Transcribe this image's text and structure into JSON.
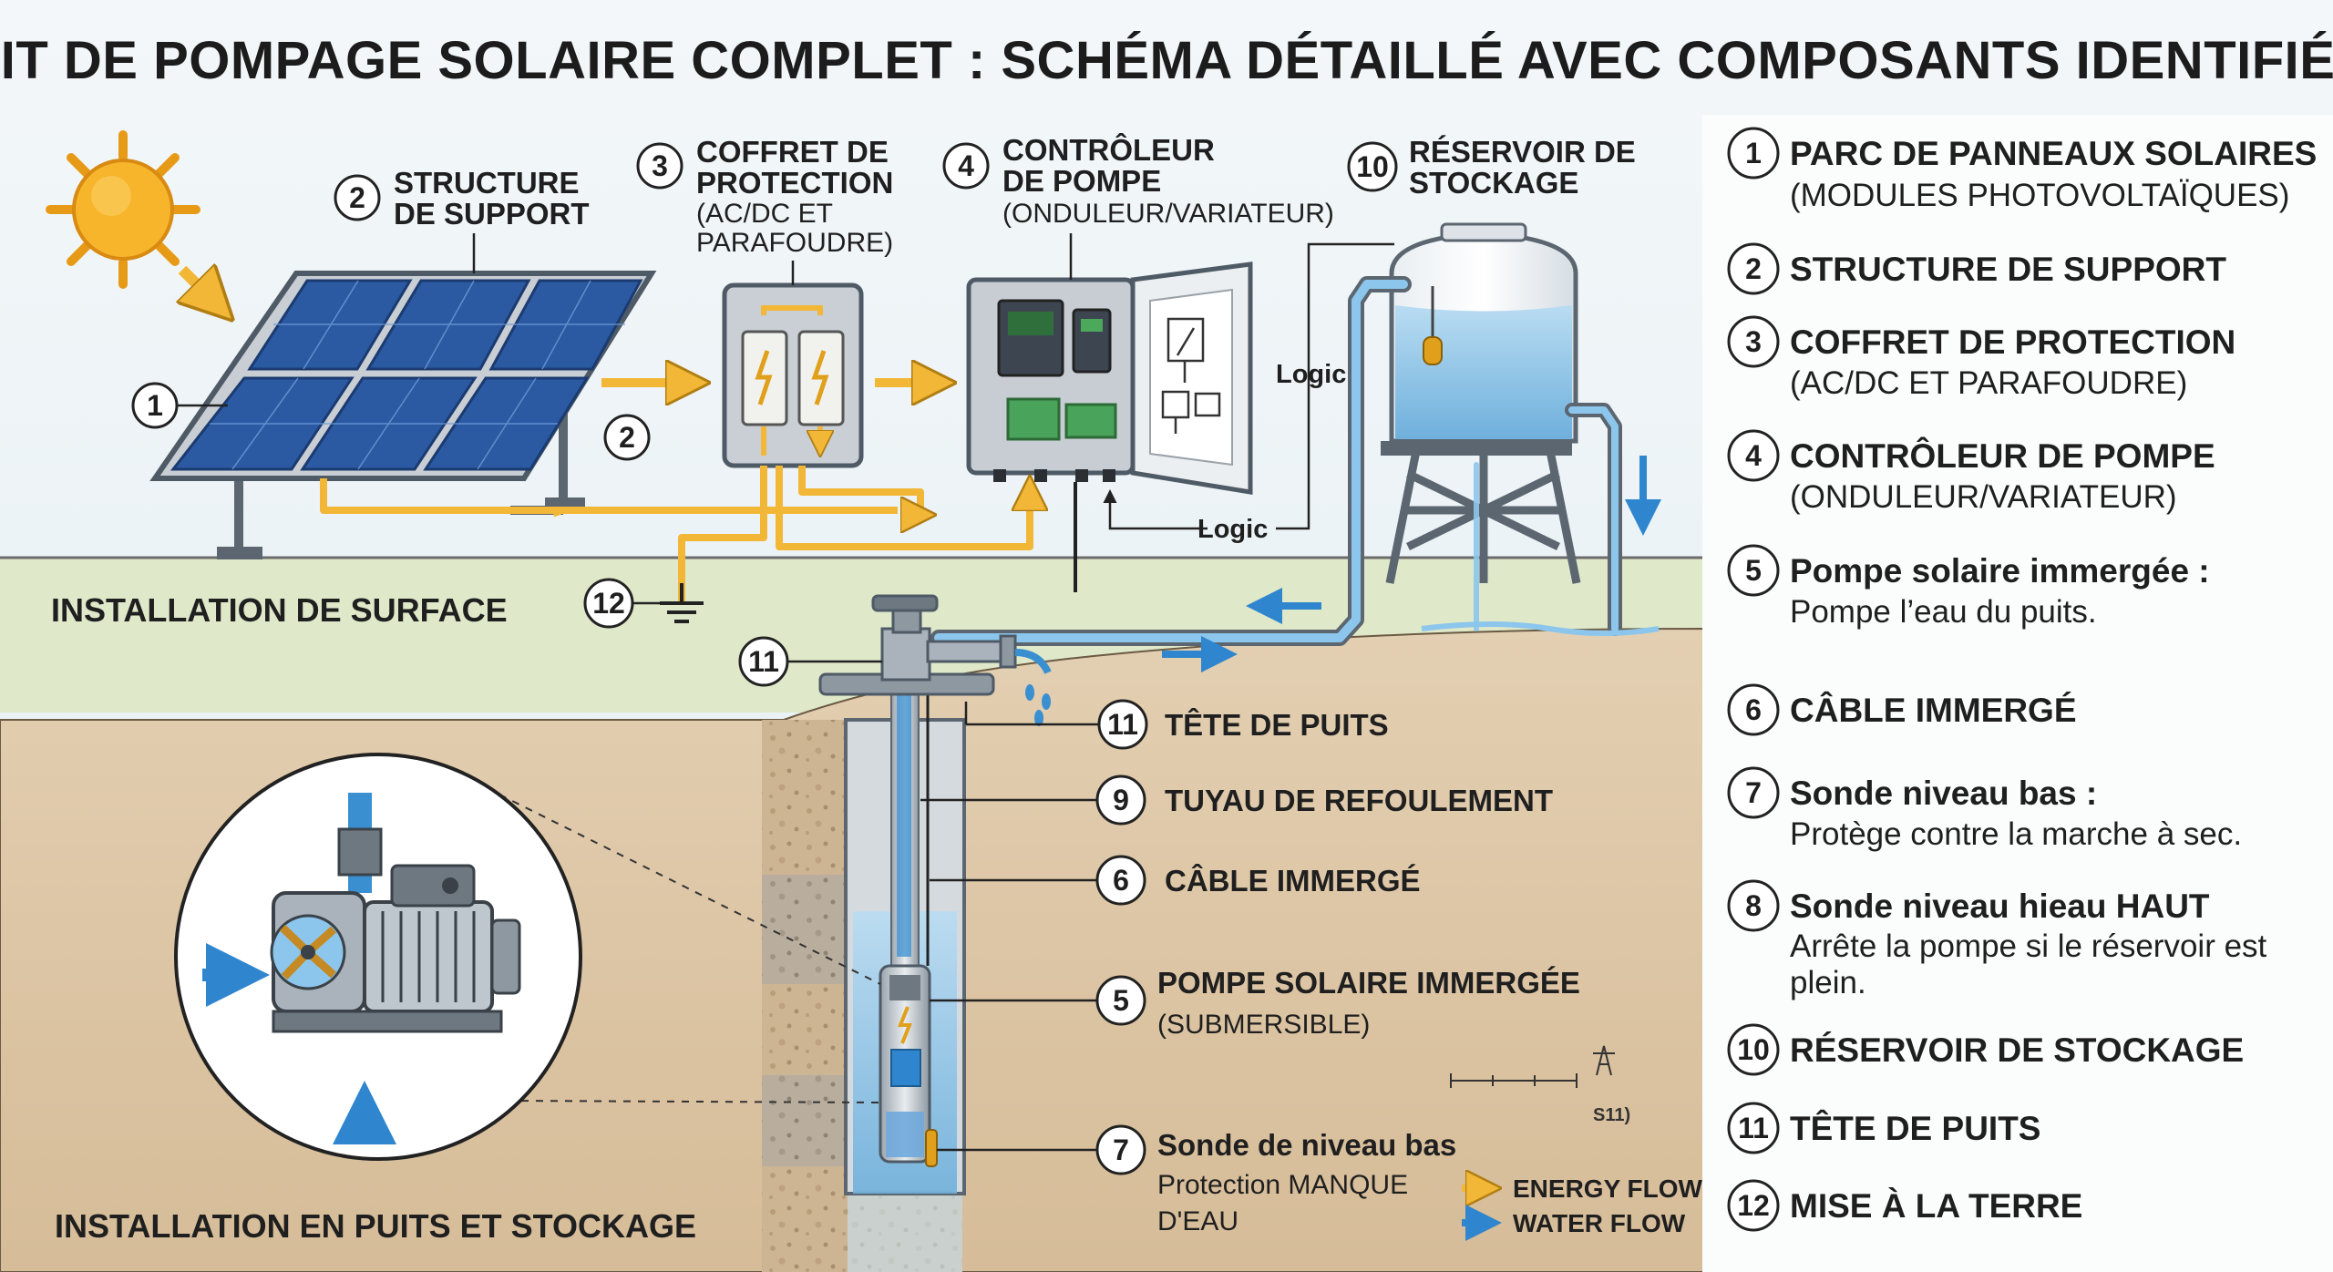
{
  "title": "KIT DE POMPAGE SOLAIRE COMPLET : SCHÉMA DÉTAILLÉ AVEC COMPOSANTS IDENTIFIÉS",
  "zones": {
    "surface": "INSTALLATION DE SURFACE",
    "well": "INSTALLATION EN PUITS ET STOCKAGE"
  },
  "callouts": {
    "support": {
      "num": "2",
      "line1": "STRUCTURE",
      "line2": "DE SUPPORT"
    },
    "protection": {
      "num": "3",
      "line1": "COFFRET DE",
      "line2": "PROTECTION",
      "line3": "(AC/DC ET",
      "line4": "PARAFOUDRE)"
    },
    "controller": {
      "num": "4",
      "line1": "CONTRÔLEUR",
      "line2": "DE POMPE",
      "line3": "(ONDULEUR/VARIATEUR)"
    },
    "tank": {
      "num": "10",
      "line1": "RÉSERVOIR DE",
      "line2": "STOCKAGE"
    },
    "panels": {
      "num": "1"
    },
    "support_post": {
      "num": "2"
    },
    "ground": {
      "num": "12"
    },
    "wellhead_marker": {
      "num": "11"
    },
    "wellhead": {
      "num": "11",
      "text": "TÊTE DE PUITS"
    },
    "pipe": {
      "num": "9",
      "text": "TUYAU DE REFOULEMENT"
    },
    "cable": {
      "num": "6",
      "text": "CÂBLE IMMERGÉ"
    },
    "pump": {
      "num": "5",
      "line1": "POMPE SOLAIRE IMMERGÉE",
      "line2": "(SUBMERSIBLE)"
    },
    "probe": {
      "num": "7",
      "line1": "Sonde de niveau bas",
      "line2": "Protection MANQUE",
      "line3": "D'EAU"
    }
  },
  "logic_labels": [
    "Logic",
    "Logic"
  ],
  "scale_label": "S11)",
  "flow_legend": {
    "energy": {
      "label": "ENERGY FLOW",
      "color": "#f2b736"
    },
    "water": {
      "label": "WATER FLOW",
      "color": "#2f86cf"
    }
  },
  "legend": [
    {
      "num": "1",
      "title": "PARC DE PANNEAUX SOLAIRES",
      "sub": "(MODULES PHOTOVOLTAÏQUES)"
    },
    {
      "num": "2",
      "title": "STRUCTURE DE SUPPORT",
      "sub": ""
    },
    {
      "num": "3",
      "title": "COFFRET DE PROTECTION",
      "sub": "(AC/DC ET PARAFOUDRE)"
    },
    {
      "num": "4",
      "title": "CONTRÔLEUR DE POMPE",
      "sub": "(ONDULEUR/VARIATEUR)"
    },
    {
      "num": "5",
      "title": "Pompe solaire immergée :",
      "sub": "Pompe l’eau du puits."
    },
    {
      "num": "6",
      "title": "CÂBLE IMMERGÉ",
      "sub": ""
    },
    {
      "num": "7",
      "title": "Sonde niveau bas :",
      "sub": "Protège contre la marche à sec."
    },
    {
      "num": "8",
      "title": "Sonde niveau hieau HAUT",
      "sub": "Arrête la pompe si le réservoir est",
      "sub2": "plein."
    },
    {
      "num": "10",
      "title": "RÉSERVOIR DE STOCKAGE",
      "sub": ""
    },
    {
      "num": "11",
      "title": "TÊTE DE PUITS",
      "sub": ""
    },
    {
      "num": "12",
      "title": "MISE À LA TERRE",
      "sub": ""
    }
  ],
  "colors": {
    "sky": "#e8f1f5",
    "grass": "#dfe8c9",
    "soil": "#dcc4a3",
    "energy": "#f2b736",
    "water": "#2f86cf",
    "panel": "#254d8f"
  }
}
